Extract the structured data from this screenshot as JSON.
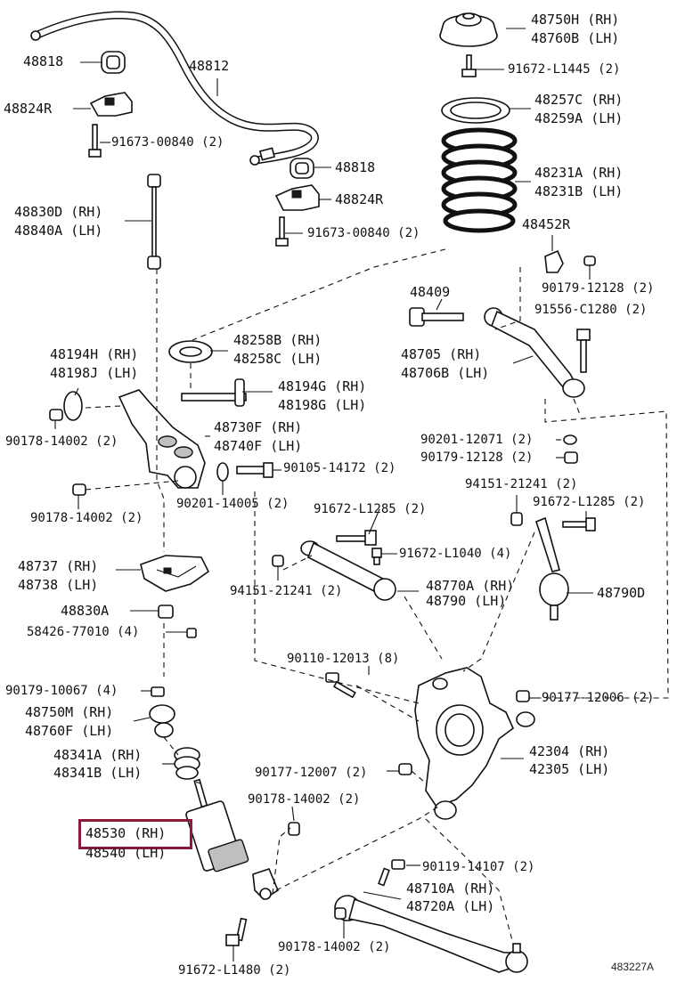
{
  "diagram_code": "483227A",
  "highlight_color": "#8b1a3a",
  "parts": {
    "p48818_top": "48818",
    "p48812": "48812",
    "p48824R_top": "48824R",
    "p91673_top": "91673-00840 (2)",
    "p48818_mid": "48818",
    "p48824R_mid": "48824R",
    "p91673_mid": "91673-00840 (2)",
    "p48830D": "48830D (RH)",
    "p48840A": "48840A (LH)",
    "p48750H": "48750H (RH)",
    "p48760B": "48760B (LH)",
    "p91672_L1445": "91672-L1445 (2)",
    "p48257C": "48257C (RH)",
    "p48259A": "48259A (LH)",
    "p48231A": "48231A (RH)",
    "p48231B": "48231B (LH)",
    "p48452R": "48452R",
    "p90179_12128_a": "90179-12128 (2)",
    "p48409": "48409",
    "p91556": "91556-C1280 (2)",
    "p48705": "48705 (RH)",
    "p48706B": "48706B (LH)",
    "p48258B": "48258B (RH)",
    "p48258C": "48258C (LH)",
    "p48194H": "48194H (RH)",
    "p48198J": "48198J (LH)",
    "p48194G": "48194G (RH)",
    "p48198G": "48198G (LH)",
    "p48730F": "48730F (RH)",
    "p48740F": "48740F (LH)",
    "p90178_14002_a": "90178-14002 (2)",
    "p90105": "90105-14172 (2)",
    "p90201_12071": "90201-12071 (2)",
    "p90179_12128_b": "90179-12128 (2)",
    "p90178_14002_b": "90178-14002 (2)",
    "p90201_14005": "90201-14005 (2)",
    "p94151_a": "94151-21241 (2)",
    "p91672_L1285_a": "91672-L1285 (2)",
    "p91672_L1285_b": "91672-L1285 (2)",
    "p48737": "48737 (RH)",
    "p48738": "48738 (LH)",
    "p91672_L1040": "91672-L1040 (4)",
    "p94151_b": "94151-21241 (2)",
    "p48770A": "48770A (RH)",
    "p48790_lh": "48790 (LH)",
    "p48790D": "48790D",
    "p48830A": "48830A",
    "p58426": "58426-77010 (4)",
    "p90110": "90110-12013 (8)",
    "p90179_10067": "90179-10067 (4)",
    "p90177_12006": "90177-12006 (2)",
    "p48750M": "48750M (RH)",
    "p48760F": "48760F (LH)",
    "p48341A": "48341A (RH)",
    "p48341B": "48341B (LH)",
    "p42304": "42304 (RH)",
    "p42305": "42305 (LH)",
    "p90177_12007": "90177-12007 (2)",
    "p90178_14002_c": "90178-14002 (2)",
    "p48530": "48530 (RH)",
    "p48540": "48540 (LH)",
    "p90119": "90119-14107 (2)",
    "p48710A": "48710A (RH)",
    "p48720A": "48720A (LH)",
    "p90178_14002_d": "90178-14002 (2)",
    "p91672_L1480": "91672-L1480 (2)"
  }
}
